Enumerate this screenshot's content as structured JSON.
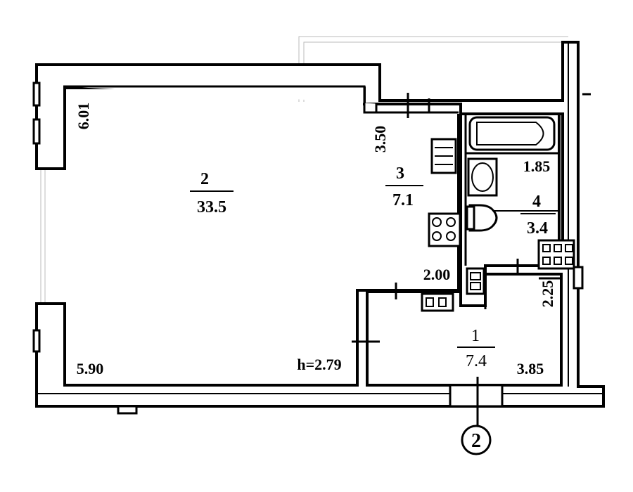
{
  "rooms": [
    {
      "number": "2",
      "area": "33.5"
    },
    {
      "number": "3",
      "area": "7.1"
    },
    {
      "number": "4",
      "area": "3.4"
    },
    {
      "number": "1",
      "area": "7.4"
    }
  ],
  "dimensions": {
    "room2_height": "6.01",
    "room2_width": "5.90",
    "ceiling_height": "h=2.79",
    "kitchen_height": "3.50",
    "kitchen_width": "2.00",
    "bath_width": "1.85",
    "hall_height": "2.25",
    "hall_width": "3.85"
  },
  "axis_marker": "2"
}
